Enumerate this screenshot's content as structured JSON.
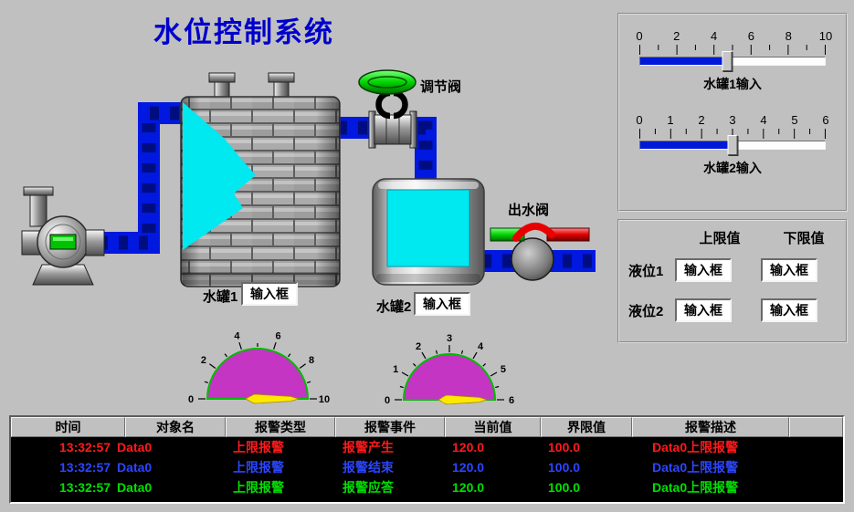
{
  "title": "水位控制系统",
  "scene": {
    "tank1_label": "水罐1",
    "tank1_input": "输入框",
    "tank2_label": "水罐2",
    "tank2_input": "输入框",
    "regulating_valve_label": "调节阀",
    "outlet_valve_label": "出水阀"
  },
  "sliders": [
    {
      "caption": "水罐1输入",
      "tick_labels": [
        "0",
        "2",
        "4",
        "6",
        "8",
        "10"
      ],
      "min": 0,
      "max": 10,
      "value": 4.7
    },
    {
      "caption": "水罐2输入",
      "tick_labels": [
        "0",
        "1",
        "2",
        "3",
        "4",
        "5",
        "6"
      ],
      "min": 0,
      "max": 6,
      "value": 3
    }
  ],
  "limits": {
    "upper_header": "上限值",
    "lower_header": "下限值",
    "rows": [
      {
        "label": "液位1",
        "upper_value": "输入框",
        "lower_value": "输入框"
      },
      {
        "label": "液位2",
        "upper_value": "输入框",
        "lower_value": "输入框"
      }
    ]
  },
  "gauges": [
    {
      "tick_labels": [
        "0",
        "2",
        "4",
        "6",
        "8",
        "10"
      ],
      "min": 0,
      "max": 10,
      "value": 10
    },
    {
      "tick_labels": [
        "0",
        "1",
        "2",
        "3",
        "4",
        "5",
        "6"
      ],
      "min": 0,
      "max": 6,
      "value": 6
    }
  ],
  "alarm_table": {
    "headers": [
      "时间",
      "对象名",
      "报警类型",
      "报警事件",
      "当前值",
      "界限值",
      "报警描述"
    ],
    "rows": [
      {
        "time": "13:32:57",
        "object": "Data0",
        "type": "上限报警",
        "event": "报警产生",
        "current": "120.0",
        "limit": "100.0",
        "desc": "Data0上限报警",
        "color": "#ff1a1a"
      },
      {
        "time": "13:32:57",
        "object": "Data0",
        "type": "上限报警",
        "event": "报警结束",
        "current": "120.0",
        "limit": "100.0",
        "desc": "Data0上限报警",
        "color": "#2b46ff"
      },
      {
        "time": "13:32:57",
        "object": "Data0",
        "type": "上限报警",
        "event": "报警应答",
        "current": "120.0",
        "limit": "100.0",
        "desc": "Data0上限报警",
        "color": "#00e000"
      }
    ]
  },
  "colors": {
    "background": "#c0c0c0",
    "title": "#0000cc",
    "pipe": "#0018e0",
    "pipe_dark": "#000d80",
    "water": "#00e8f0",
    "gauge_fill": "#c435c4",
    "gauge_rim": "#00bb00",
    "needle": "#ffe800"
  }
}
